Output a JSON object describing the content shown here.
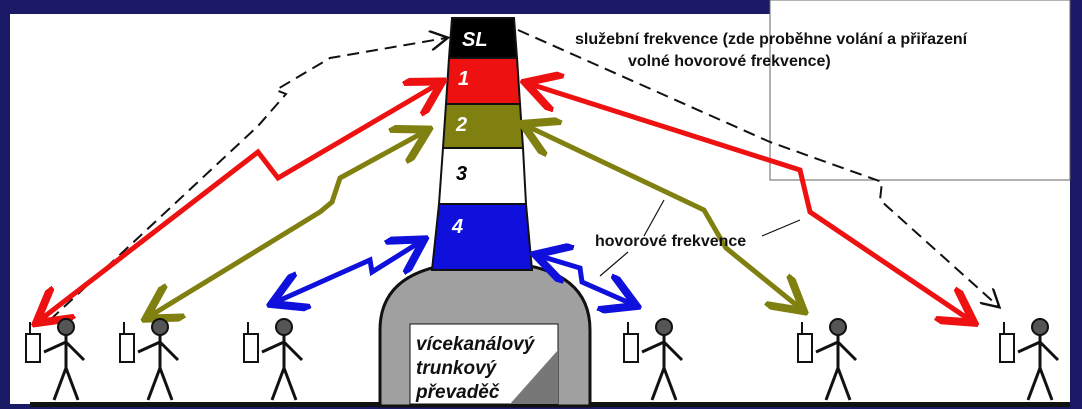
{
  "channels": [
    {
      "label": "SL",
      "color": "#000000",
      "text_color": "#ffffff"
    },
    {
      "label": "1",
      "color": "#ee1111",
      "text_color": "#ffffff"
    },
    {
      "label": "2",
      "color": "#808010",
      "text_color": "#ffffff"
    },
    {
      "label": "3",
      "color": "#ffffff",
      "text_color": "#000000"
    },
    {
      "label": "4",
      "color": "#1010dd",
      "text_color": "#ffffff"
    }
  ],
  "labels": {
    "service_line1": "služební frekvence (zde proběhne volání a přiřazení",
    "service_line2": "volné hovorové frekvence)",
    "voice": "hovorové frekvence"
  },
  "repeater": {
    "line1": "vícekanálový",
    "line2": "trunkový",
    "line3": "převaděč"
  },
  "colors": {
    "frame_blue": "#1a1a66",
    "red": "#ee1111",
    "olive": "#808010",
    "blue": "#1010dd",
    "dashed": "#111111",
    "dome": "#a0a0a0"
  }
}
